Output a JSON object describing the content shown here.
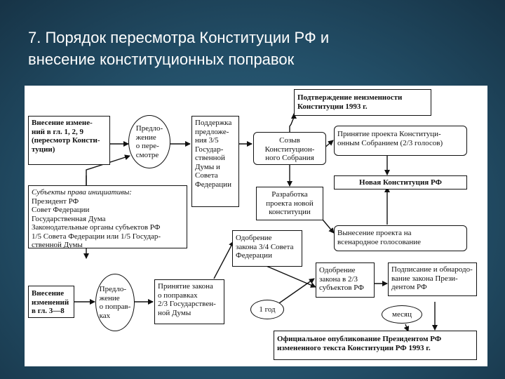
{
  "slide": {
    "title_line1": "7. Порядок пересмотра Конституции РФ и",
    "title_line2": "внесение конституционных поправок"
  },
  "diagram": {
    "revision": {
      "lines": [
        "Внесение измене-",
        "ний в гл. 1, 2, 9",
        "(пересмотр Консти-",
        "туции)"
      ]
    },
    "proposal1": {
      "lines": [
        "Предло-",
        "жение",
        "о пере-",
        "смотре"
      ]
    },
    "support": {
      "lines": [
        "Поддержка",
        "предложе-",
        "ния 3/5",
        "Государ-",
        "ственной",
        "Думы и",
        "Совета",
        "Федерации"
      ]
    },
    "convene": {
      "lines": [
        "Созыв",
        "Конституцион-",
        "ного Собрания"
      ]
    },
    "confirm": {
      "lines": [
        "Подтверждение неизменности",
        "Конституции 1993 г."
      ]
    },
    "adopt_assembly": {
      "lines": [
        "Принятие проекта Конституци-",
        "онным Собранием (2/3 голосов)"
      ]
    },
    "new_constitution": {
      "text": "Новая Конституция РФ"
    },
    "draft": {
      "lines": [
        "Разработка",
        "проекта новой",
        "конституции"
      ]
    },
    "referendum": {
      "lines": [
        "Вынесение проекта на",
        "всенародное голосование"
      ]
    },
    "subjects": {
      "heading": "Субъекты права инициативы:",
      "lines": [
        "Президент РФ",
        "Совет Федерации",
        "Государственная Дума",
        "Законодательные органы субъектов РФ",
        "1/5 Совета Федерации или 1/5 Государ-",
        "ственной Думы"
      ]
    },
    "approval_fc": {
      "lines": [
        "Одобрение",
        "закона 3/4 Совета",
        "Федерации"
      ]
    },
    "approval_subjects": {
      "lines": [
        "Одобрение",
        "закона в 2/3",
        "субъектов РФ"
      ]
    },
    "signing": {
      "lines": [
        "Подписание и обнародо-",
        "вание закона Прези-",
        "дентом РФ"
      ]
    },
    "chapters": {
      "lines": [
        "Внесение",
        "изменений",
        "в гл. 3—8"
      ]
    },
    "proposal2": {
      "lines": [
        "Предло-",
        "жение",
        "о поправ-",
        "ках"
      ]
    },
    "adopt_law": {
      "lines": [
        "Принятие закона",
        "о поправках",
        "2/3 Государствен-",
        "ной Думы"
      ]
    },
    "one_year": {
      "text": "1 год"
    },
    "month": {
      "text": "месяц"
    },
    "official": {
      "lines": [
        "Официальное опубликование Президентом РФ",
        "измененного текста Конституции РФ 1993 г."
      ]
    }
  }
}
